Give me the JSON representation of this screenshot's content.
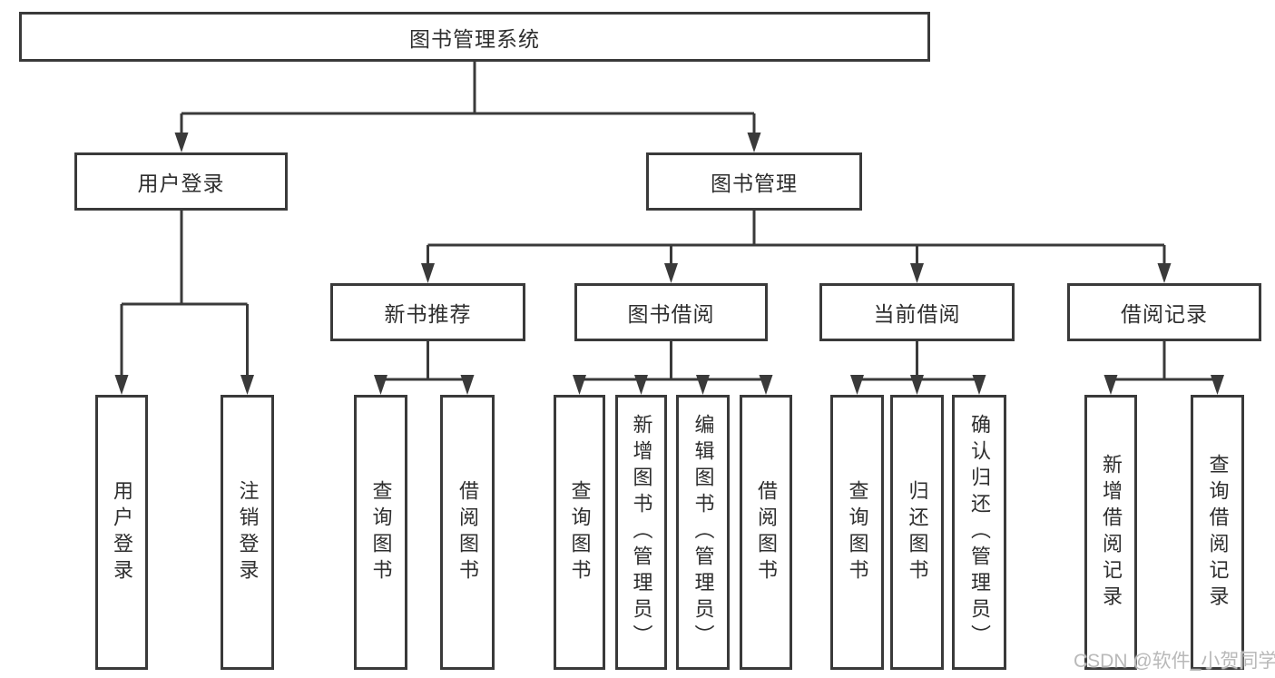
{
  "tree": {
    "label": "图书管理系统",
    "children": [
      {
        "label": "用户登录",
        "children": [
          {
            "label": "用户登录"
          },
          {
            "label": "注销登录"
          }
        ]
      },
      {
        "label": "图书管理",
        "children": [
          {
            "label": "新书推荐",
            "children": [
              {
                "label": "查询图书"
              },
              {
                "label": "借阅图书"
              }
            ]
          },
          {
            "label": "图书借阅",
            "children": [
              {
                "label": "查询图书"
              },
              {
                "label": "新增图书（管理员）"
              },
              {
                "label": "编辑图书（管理员）"
              },
              {
                "label": "借阅图书"
              }
            ]
          },
          {
            "label": "当前借阅",
            "children": [
              {
                "label": "查询图书"
              },
              {
                "label": "归还图书"
              },
              {
                "label": "确认归还（管理员）"
              }
            ]
          },
          {
            "label": "借阅记录",
            "children": [
              {
                "label": "新增借阅记录"
              },
              {
                "label": "查询借阅记录"
              }
            ]
          }
        ]
      }
    ]
  },
  "watermark": "CSDN @软件_小贺同学",
  "colors": {
    "line": "#3a3a3a",
    "text": "#2e2e2e",
    "watermark": "#b9b9b9",
    "background": "#ffffff"
  }
}
